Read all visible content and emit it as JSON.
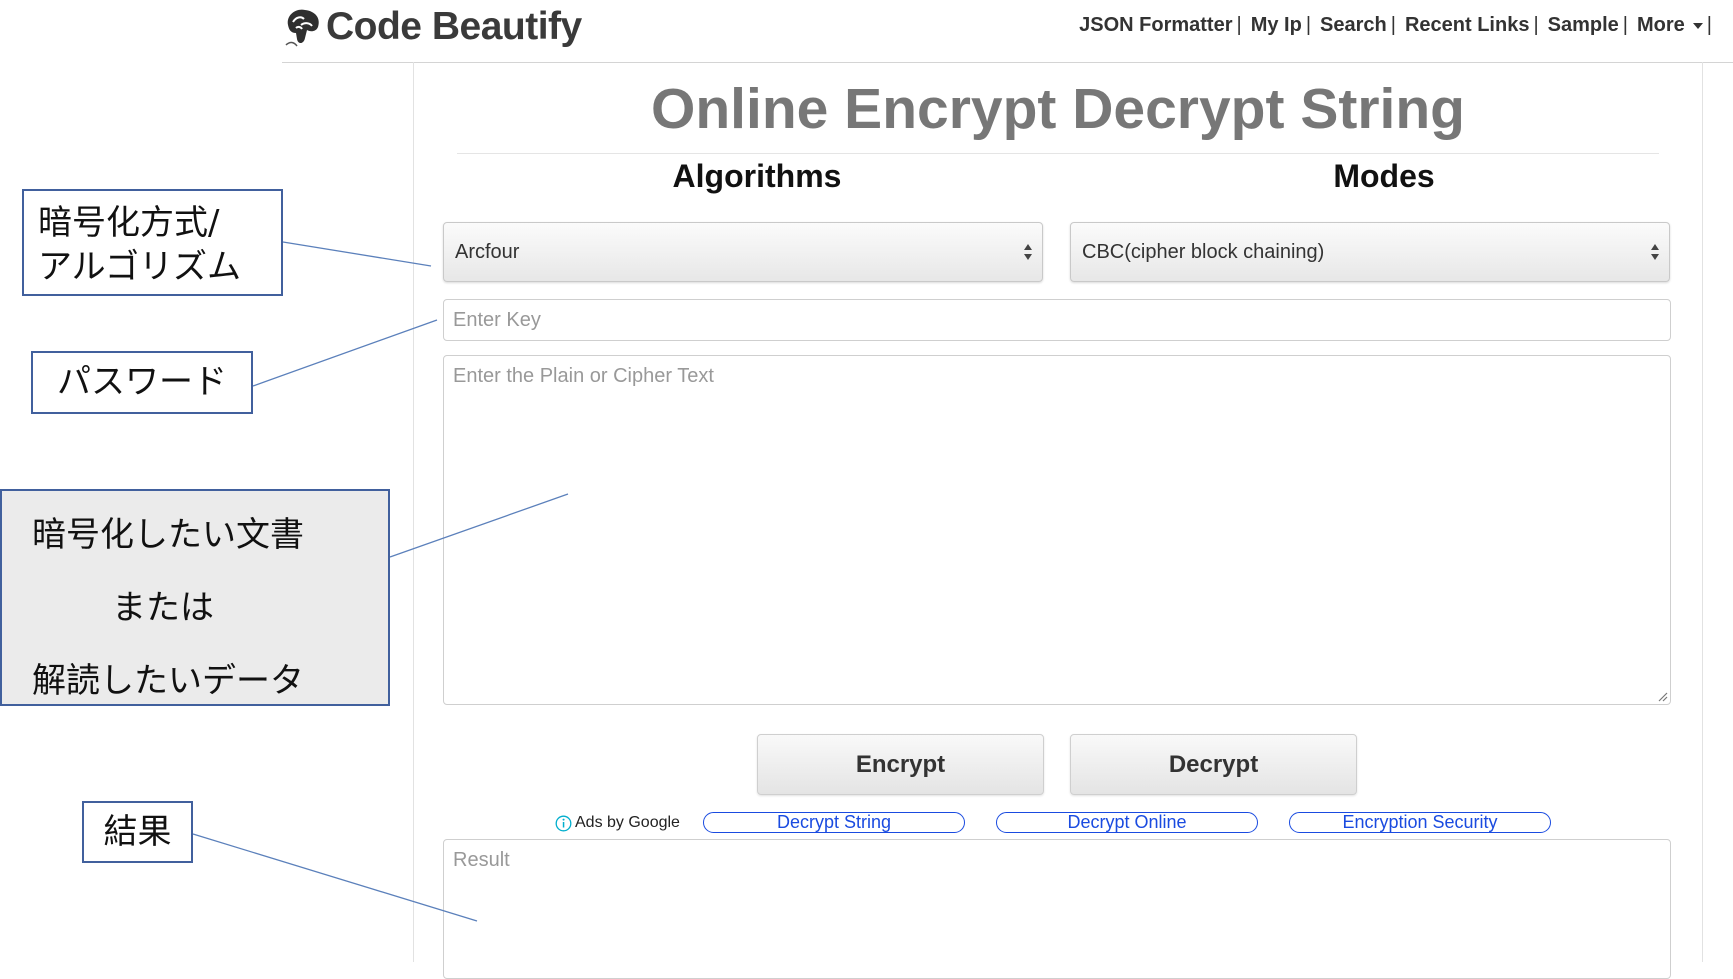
{
  "header": {
    "logo_text": "Code Beautify",
    "nav": [
      {
        "label": "JSON Formatter"
      },
      {
        "label": "My Ip"
      },
      {
        "label": "Search"
      },
      {
        "label": "Recent Links"
      },
      {
        "label": "Sample"
      },
      {
        "label": "More"
      }
    ],
    "separator": "|"
  },
  "main": {
    "title": "Online Encrypt Decrypt String",
    "algorithms": {
      "heading": "Algorithms",
      "selected": "Arcfour"
    },
    "modes": {
      "heading": "Modes",
      "selected": "CBC(cipher block chaining)"
    },
    "key_placeholder": "Enter Key",
    "text_placeholder": "Enter the Plain or Cipher Text",
    "encrypt_label": "Encrypt",
    "decrypt_label": "Decrypt",
    "ads_label": "Ads by Google",
    "ad_links": [
      "Decrypt String",
      "Decrypt Online",
      "Encryption Security"
    ],
    "result_placeholder": "Result"
  },
  "annotations": {
    "algorithm_line1": "暗号化方式/",
    "algorithm_line2": "アルゴリズム",
    "password": "パスワード",
    "text_line1": "暗号化したい文書",
    "text_line2": "または",
    "text_line3": "解読したいデータ",
    "result": "結果"
  },
  "colors": {
    "annotation_border": "#41609d",
    "annotation_line": "#5b80bb",
    "ad_link": "#1a4be0",
    "title": "#777777"
  }
}
